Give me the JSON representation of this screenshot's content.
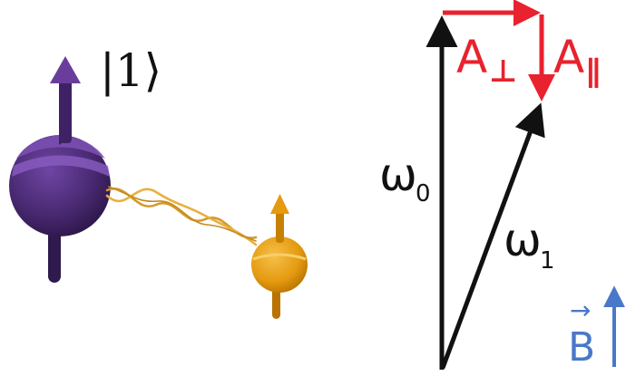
{
  "state_label": "|1⟩",
  "vectors": {
    "omega0": {
      "symbol": "ω",
      "subscript": "0"
    },
    "omega1": {
      "symbol": "ω",
      "subscript": "1"
    },
    "a_perp": {
      "symbol": "A",
      "subscript": "⊥"
    },
    "a_par": {
      "symbol": "A",
      "subscript": "∥"
    },
    "field": {
      "symbol": "B",
      "accent": "→"
    }
  },
  "colors": {
    "black": "#111111",
    "red": "#e8222e",
    "blue": "#4a78c8",
    "purple_dark": "#3a1f5e",
    "purple_mid": "#5b3a8a",
    "purple_light": "#8a5cc0",
    "orange": "#e59a10",
    "orange_light": "#f4b833",
    "orange_dark": "#b87300"
  },
  "icons": [
    "electron-spin-icon",
    "nuclear-spin-icon",
    "entanglement-helix-icon",
    "up-arrow-icon"
  ]
}
